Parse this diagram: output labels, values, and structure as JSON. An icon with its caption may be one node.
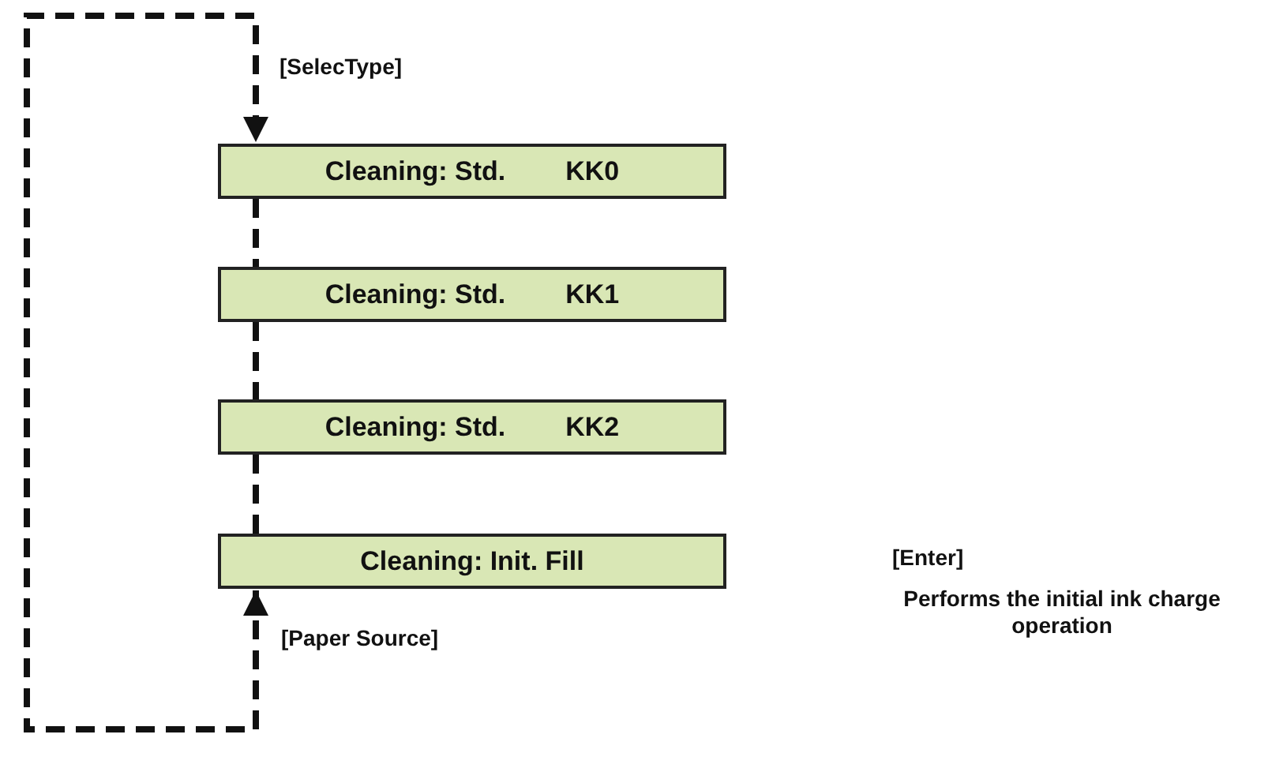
{
  "diagram": {
    "nodes": [
      {
        "text": [
          "Cleaning: Std.",
          "KK0"
        ]
      },
      {
        "text": [
          "Cleaning: Std.",
          "KK1"
        ]
      },
      {
        "text": [
          "Cleaning: Std.",
          "KK2"
        ]
      },
      {
        "text": [
          "Cleaning: Init. Fill"
        ],
        "beside": [
          "[Enter]",
          "Performs the initial ink charge operation"
        ]
      }
    ],
    "edges": [
      {
        "from": 0,
        "to": 1,
        "arrow": "none",
        "style": "dashed"
      },
      {
        "from": 1,
        "to": 2,
        "arrow": "none",
        "style": "dashed"
      },
      {
        "from": 2,
        "to": 3,
        "arrow": "none",
        "style": "dashed"
      },
      {
        "from": 3,
        "to": 0,
        "arrow": "both",
        "style": "dashed"
      }
    ],
    "labels": [
      "[SelecType]",
      "[Paper Source]"
    ]
  }
}
